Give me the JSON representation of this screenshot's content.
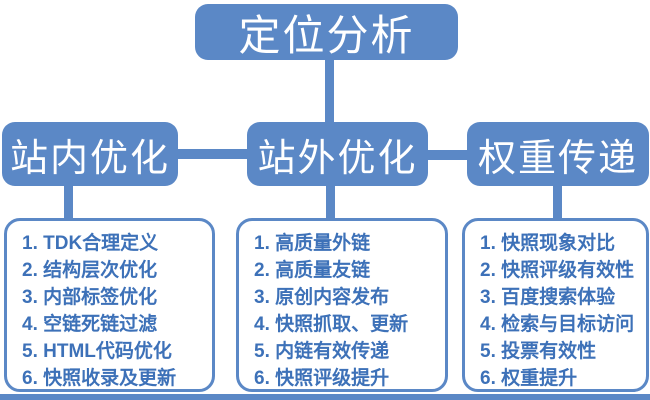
{
  "diagram": {
    "root": {
      "label": "定位分析"
    },
    "branches": [
      {
        "label": "站内优化",
        "items": [
          "1. TDK合理定义",
          "2. 结构层次优化",
          "3. 内部标签优化",
          "4. 空链死链过滤",
          "5. HTML代码优化",
          "6. 快照收录及更新"
        ]
      },
      {
        "label": "站外优化",
        "items": [
          "1. 高质量外链",
          "2. 高质量友链",
          "3. 原创内容发布",
          "4. 快照抓取、更新",
          "5. 内链有效传递",
          "6. 快照评级提升"
        ]
      },
      {
        "label": "权重传递",
        "items": [
          "1. 快照现象对比",
          "2. 快照评级有效性",
          "3. 百度搜索体验",
          "4. 检索与目标访问",
          "5. 投票有效性",
          "6. 权重提升"
        ]
      }
    ],
    "colors": {
      "node_fill": "#5B88C6",
      "node_text": "#FFFFFF",
      "list_text": "#3D71B8",
      "background": "#FFFFFF"
    }
  }
}
